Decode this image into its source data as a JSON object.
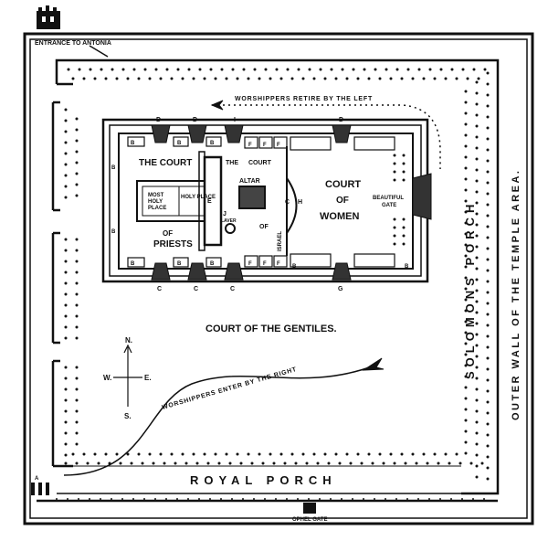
{
  "labels": {
    "entrance": "ENTRANCE TO ANTONIA",
    "retire": "WORSHIPPERS RETIRE BY THE LEFT",
    "enter": "WORSHIPPERS ENTER BY THE RIGHT",
    "court_priests_top": "THE COURT",
    "court_priests_bottom": "OF",
    "priests": "PRIESTS",
    "most_holy_1": "MOST",
    "most_holy_2": "HOLY",
    "most_holy_3": "PLACE",
    "holy_place_1": "HOLY PLACE",
    "the": "THE",
    "court_small": "COURT",
    "altar": "ALTAR",
    "laver": "LAVER",
    "of_small": "OF",
    "israel": "ISRAEL",
    "court_women_1": "COURT",
    "court_women_2": "OF",
    "court_women_3": "WOMEN",
    "beautiful_1": "BEAUTIFUL",
    "beautiful_2": "GATE",
    "gentiles": "COURT OF THE GENTILES.",
    "royal_porch": "ROYAL PORCH",
    "solomons_porch": "SOLOMONS PORCH",
    "outer_wall": "OUTER WALL OF THE TEMPLE AREA.",
    "ophel": "OPHEL GATE",
    "north": "N.",
    "south": "S.",
    "west": "W.",
    "east": "E.",
    "letter_a": "A",
    "letter_b": "B",
    "letter_c": "C",
    "letter_d": "D",
    "letter_e": "E",
    "letter_f": "F",
    "letter_g": "G",
    "letter_h": "H",
    "letter_i": "I",
    "letter_j": "J"
  }
}
